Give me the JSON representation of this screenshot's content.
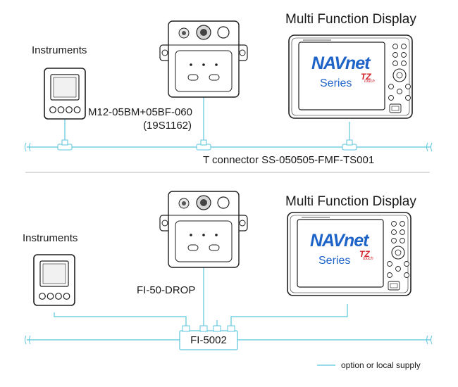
{
  "colors": {
    "cable": "#5bc6dd",
    "outline": "#1f1f1f",
    "brand_blue": "#1e64c8",
    "brand_red": "#d3222a",
    "divider": "#b9b9b9"
  },
  "top": {
    "instruments_label": "Instruments",
    "mfd_label": "Multi Function Display",
    "cable_label_line1": "M12-05BM+05BF-060",
    "cable_label_line2": "(19S1162)",
    "connector_label": "T connector SS-050505-FMF-TS001"
  },
  "bottom": {
    "instruments_label": "Instruments",
    "mfd_label": "Multi Function Display",
    "drop_label": "FI-50-DROP",
    "junction_label": "FI-5002"
  },
  "display": {
    "brand": "NAVnet",
    "series": "Series",
    "tz": "TZ",
    "touch": "touch"
  },
  "legend": {
    "label": "option or local supply"
  }
}
